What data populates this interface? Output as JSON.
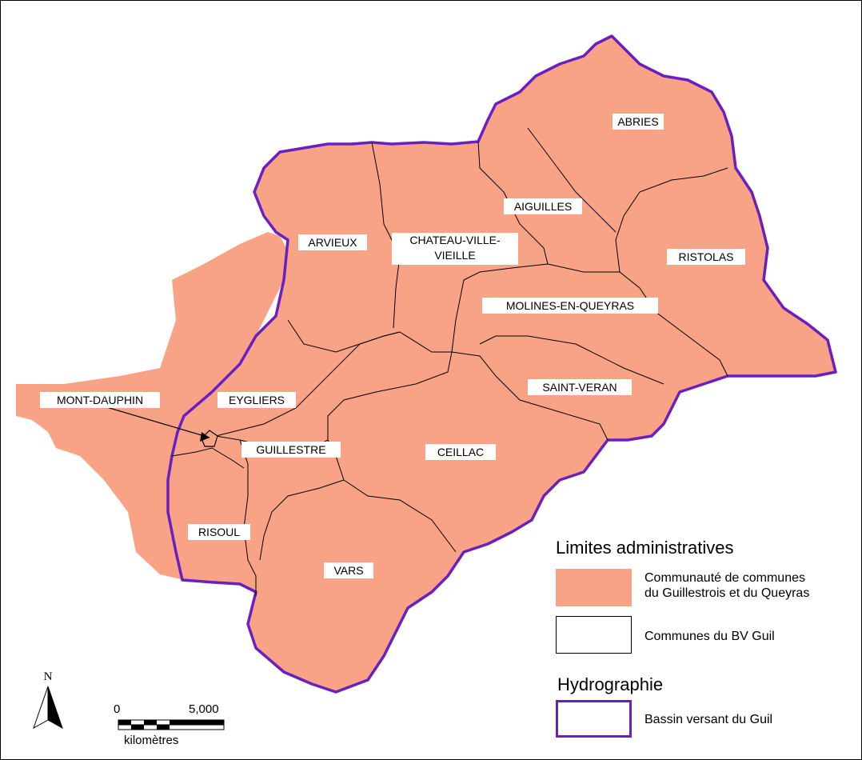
{
  "map": {
    "communes": [
      {
        "name": "ABRIES"
      },
      {
        "name": "AIGUILLES"
      },
      {
        "name": "RISTOLAS"
      },
      {
        "name": "ARVIEUX"
      },
      {
        "name": "CHATEAU-VILLE-",
        "name2": "VIEILLE"
      },
      {
        "name": "MOLINES-EN-QUEYRAS"
      },
      {
        "name": "SAINT-VERAN"
      },
      {
        "name": "EYGLIERS"
      },
      {
        "name": "MONT-DAUPHIN"
      },
      {
        "name": "GUILLESTRE"
      },
      {
        "name": "CEILLAC"
      },
      {
        "name": "RISOUL"
      },
      {
        "name": "VARS"
      }
    ],
    "colors": {
      "communaute_fill": "#f9a386",
      "bassin_outline": "#6a1fc2",
      "commune_border": "#000000"
    }
  },
  "legend": {
    "admin_title": "Limites administratives",
    "communaute_line1": "Communauté de communes",
    "communaute_line2": "du Guillestrois et du Queyras",
    "communes_label": "Communes du BV Guil",
    "hydro_title": "Hydrographie",
    "bassin_label": "Bassin versant du Guil"
  },
  "scale": {
    "zero": "0",
    "max": "5,000",
    "unit": "kilomètres"
  },
  "north": {
    "label": "N"
  }
}
